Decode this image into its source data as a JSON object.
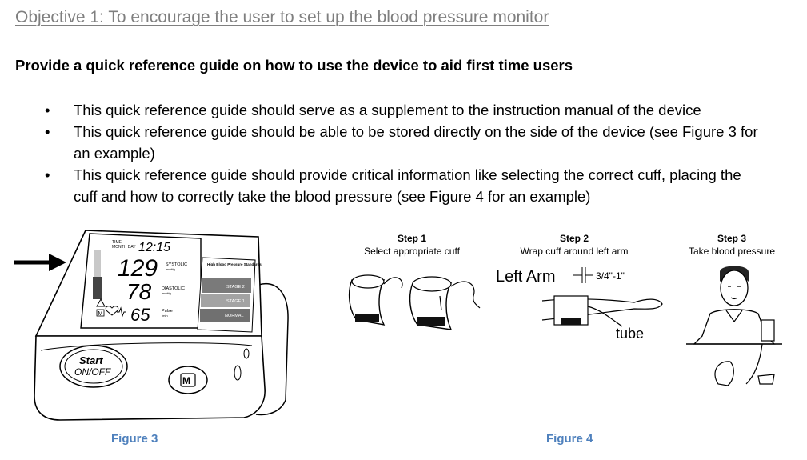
{
  "objective_heading": "Objective 1: To encourage the user to set up the blood pressure monitor",
  "subheading": "Provide a quick reference guide on how to use the device to aid first time users",
  "bullets": [
    {
      "marker": "•",
      "text": "This quick reference guide should serve as a supplement to the instruction manual of the device"
    },
    {
      "marker": "•",
      "text": "This quick reference guide should be able to be stored directly on the side of the device (see Figure 3 for an example)"
    },
    {
      "marker": "•",
      "text": "This quick reference guide should provide critical information like selecting the correct cuff, placing the cuff and how to correctly take the blood pressure (see Figure 4 for an example)"
    }
  ],
  "figure3": {
    "caption": "Figure 3",
    "display": {
      "time_label": "TIME",
      "month_day_label": "MONTH DAY",
      "time": "12:15",
      "systolic_value": "129",
      "systolic_label": "SYSTOLIC",
      "systolic_unit": "mmHg",
      "diastolic_value": "78",
      "diastolic_label": "DIASTOLIC",
      "diastolic_unit": "mmHg",
      "pulse_value": "65",
      "pulse_label": "Pulse",
      "pulse_unit": "/min",
      "memory_icon_label": "M"
    },
    "reference_card": {
      "title": "High Blood Pressure Standards",
      "rows": [
        "STAGE 2",
        "STAGE 1",
        "NORMAL"
      ]
    },
    "start_button_line1": "Start",
    "start_button_line2": "ON/OFF",
    "memory_button_label": "M"
  },
  "figure4": {
    "caption": "Figure 4",
    "steps": [
      {
        "title": "Step 1",
        "text": "Select appropriate cuff"
      },
      {
        "title": "Step 2",
        "text": "Wrap cuff around left arm"
      },
      {
        "title": "Step 3",
        "text": "Take blood pressure"
      }
    ],
    "left_arm_label": "Left Arm",
    "measure_label": "3/4\"-1\"",
    "tube_label": "tube"
  }
}
